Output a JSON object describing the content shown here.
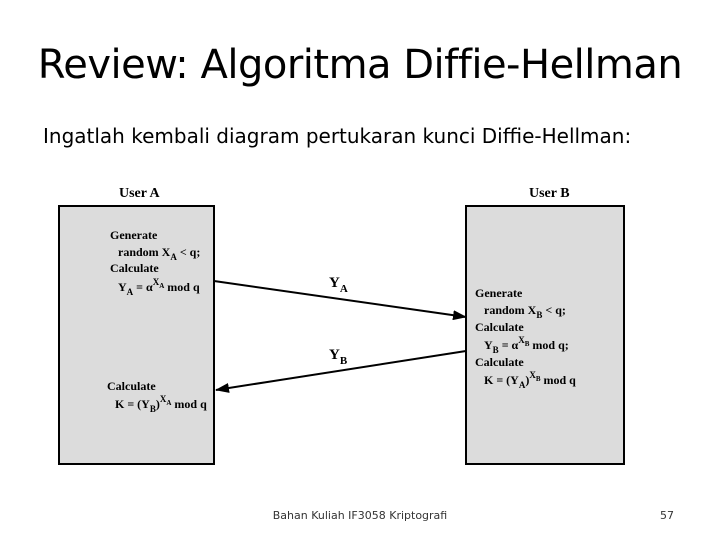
{
  "slide": {
    "title": "Review: Algoritma Diffie-Hellman",
    "intro": "Ingatlah kembali diagram pertukaran kunci Diffie-Hellman:",
    "footer": "Bahan Kuliah IF3058 Kriptografi",
    "page_number": "57"
  },
  "diagram": {
    "user_a": {
      "label": "User A",
      "generate": "Generate",
      "random": "random X",
      "sub_a": "A",
      "lt_q": " < q;",
      "calculate": "Calculate",
      "y": "Y",
      "eq_alpha": " = α",
      "x": "X",
      "mod_q": " mod q",
      "calculate2": "Calculate",
      "k": "K = (Y",
      "sub_b": "B",
      "close": ")"
    },
    "user_b": {
      "label": "User B",
      "generate": "Generate",
      "random": "random X",
      "sub_b": "B",
      "lt_q": " < q;",
      "calculate": "Calculate",
      "y": "Y",
      "eq_alpha": " = α",
      "x": "X",
      "mod_q_semi": " mod q;",
      "calculate2": "Calculate",
      "k": "K = (Y",
      "sub_a": "A",
      "close": ")",
      "mod_q": " mod q"
    },
    "messages": {
      "ya": "Y",
      "ya_sub": "A",
      "yb": "Y",
      "yb_sub": "B"
    },
    "colors": {
      "box_fill": "#dcdcdc",
      "stroke": "#000000"
    }
  }
}
